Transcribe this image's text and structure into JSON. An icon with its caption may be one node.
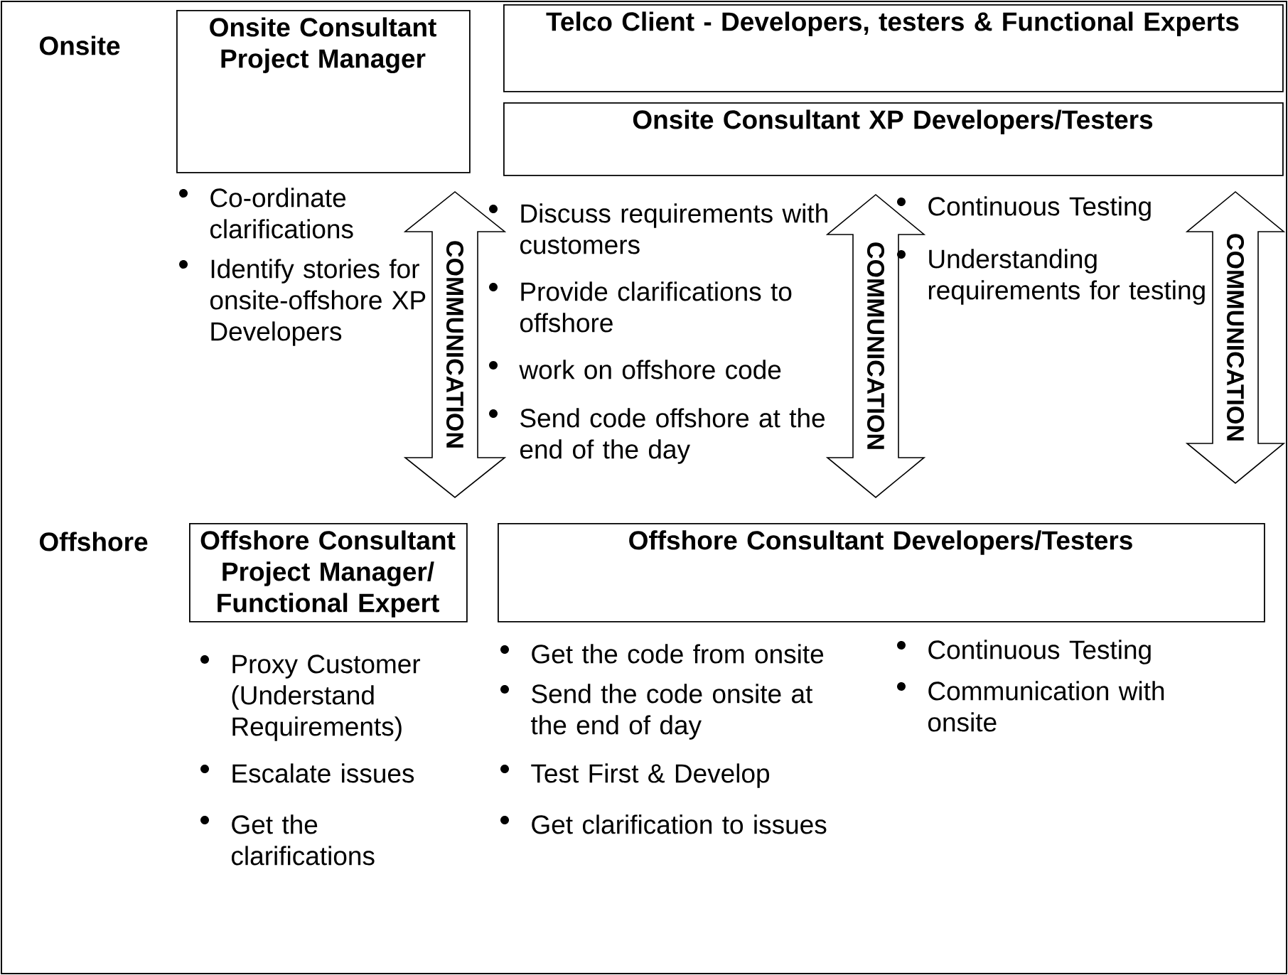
{
  "diagram": {
    "nodes": [
      {
        "text": [
          "Onsite Consultant Project Manager"
        ]
      },
      {
        "text": [
          "Telco Client - Developers, testers & Functional Experts"
        ]
      },
      {
        "text": [
          "Onsite Consultant XP Developers/Testers"
        ]
      },
      {
        "text": [
          "Offshore Consultant Project Manager/ Functional Expert"
        ]
      },
      {
        "text": [
          "Offshore Consultant Developers/Testers"
        ]
      }
    ],
    "edges": [
      {
        "from": 0,
        "to": 3,
        "arrow": "both",
        "label": "COMMUNICATION"
      },
      {
        "from": 2,
        "to": 4,
        "arrow": "both",
        "label": "COMMUNICATION"
      },
      {
        "from": 2,
        "to": 4,
        "arrow": "both",
        "label": "COMMUNICATION"
      }
    ],
    "labels": [
      "Onsite",
      "Co-ordinate clarifications",
      "Identify stories for onsite-offshore XP Developers",
      "Discuss requirements with customers",
      "Provide clarifications to offshore",
      "work on offshore code",
      "Send code offshore at the end of the day",
      "Continuous Testing",
      "Understanding requirements for testing",
      "Offshore",
      "Proxy Customer (Understand Requirements)",
      "Escalate issues",
      "Get the clarifications",
      "Get the code from onsite",
      "Send the code onsite at the end of day",
      "Test First & Develop",
      "Get clarification to issues",
      "Continuous Testing",
      "Communication with onsite"
    ]
  }
}
